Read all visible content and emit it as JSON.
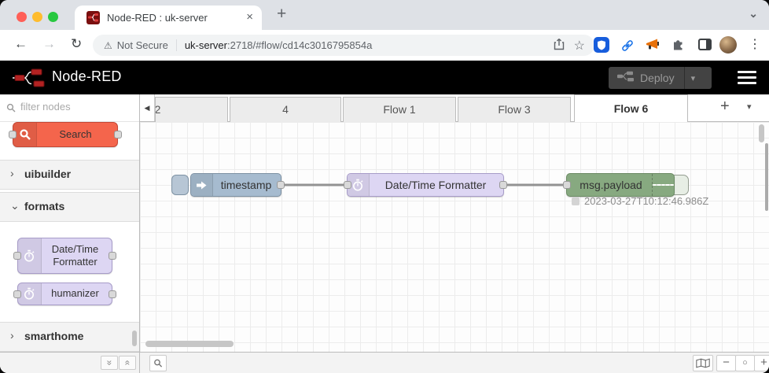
{
  "glyphs": {
    "close": "×",
    "plus": "+",
    "back": "←",
    "forward": "→",
    "reload": "↻",
    "chevron_down": "⌄",
    "caret_down": "▾",
    "dots_v": "⋮",
    "star": "☆",
    "minus": "−",
    "zoom_reset": "○",
    "tri_left": "◀",
    "warning": "⚠",
    "collapse_up": "«",
    "collapse_down": "»",
    "cat_collapsed": "›",
    "cat_expanded": "⌄"
  },
  "browser": {
    "tab_title": "Node-RED : uk-server",
    "security_label": "Not Secure",
    "url_host": "uk-server",
    "url_rest": ":2718/#flow/cd14c3016795854a"
  },
  "header": {
    "title": "Node-RED",
    "deploy_label": "Deploy"
  },
  "palette": {
    "filter_placeholder": "filter nodes",
    "search_node_label": "Search",
    "datetime_label": "Date/Time Formatter",
    "humanizer_label": "humanizer",
    "categories": [
      {
        "label": "uibuilder",
        "expanded": false
      },
      {
        "label": "formats",
        "expanded": true
      },
      {
        "label": "smarthome",
        "expanded": false
      }
    ]
  },
  "flow_tabs": {
    "t0": "2",
    "t1": "4",
    "t2": "Flow 1",
    "t3": "Flow 3",
    "t4": "Flow 6",
    "active": "Flow 6"
  },
  "canvas": {
    "inject_label": "timestamp",
    "datetime_label": "Date/Time Formatter",
    "debug_label": "msg.payload",
    "debug_status": "2023-03-27T10:12:46.986Z"
  },
  "colors": {
    "inject_node": "#a6bbcf",
    "moment_node": "#ddd6f3",
    "debug_node": "#87a980",
    "search_node": "#f4654c",
    "header_bg": "#000000",
    "bitwarden_blue": "#175ddc",
    "link_blue": "#1a73e8",
    "megaphone_orange": "#e8710a"
  }
}
